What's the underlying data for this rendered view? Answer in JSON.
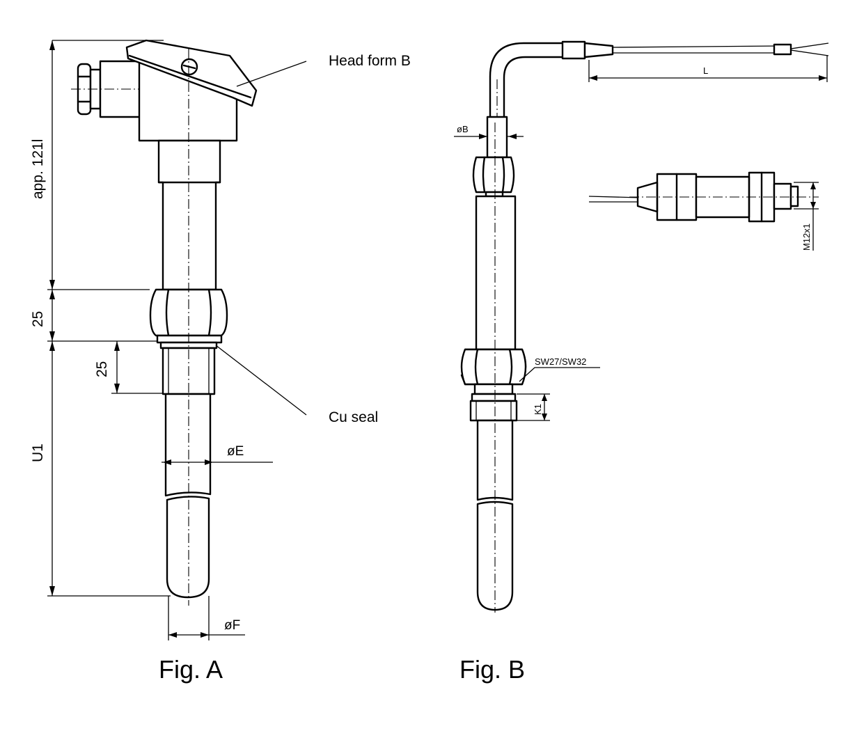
{
  "labels": {
    "head_form": "Head form B",
    "cu_seal": "Cu seal",
    "dim_app": "app. 121l",
    "dim_25_outer": "25",
    "dim_25_inner": "25",
    "dim_u1": "U1",
    "dim_e": "øE",
    "dim_f": "øF",
    "dim_b": "øB",
    "dim_l": "L",
    "dim_sw": "SW27/SW32",
    "dim_k1": "K1",
    "dim_m12": "M12x1"
  },
  "figures": {
    "a": "Fig. A",
    "b": "Fig. B"
  }
}
